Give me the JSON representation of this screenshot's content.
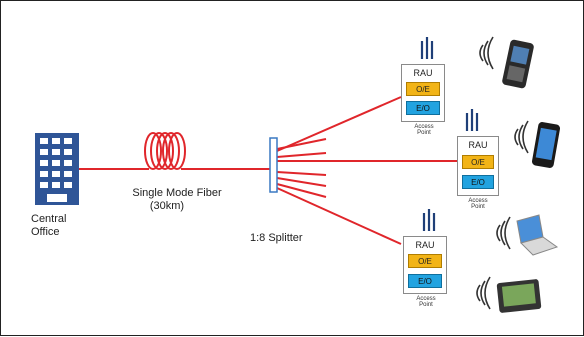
{
  "central_office": {
    "label_line1": "Central",
    "label_line2": "Office"
  },
  "fiber": {
    "label_line1": "Single Mode Fiber",
    "label_line2": "(30km)"
  },
  "splitter": {
    "label": "1:8 Splitter"
  },
  "access_points": [
    {
      "rau": "RAU",
      "oe": "O/E",
      "eo": "E/O",
      "ap_line1": "Access",
      "ap_line2": "Point"
    },
    {
      "rau": "RAU",
      "oe": "O/E",
      "eo": "E/O",
      "ap_line1": "Access",
      "ap_line2": "Point"
    },
    {
      "rau": "RAU",
      "oe": "O/E",
      "eo": "E/O",
      "ap_line1": "Access",
      "ap_line2": "Point"
    }
  ],
  "colors": {
    "fiber": "#e0262b",
    "building": "#2f5597",
    "oe": "#f2b417",
    "eo": "#22a3e0",
    "splitter": "#3a78c2"
  },
  "icons": [
    "building-icon",
    "fiber-coil-icon",
    "splitter-icon",
    "antenna-icon",
    "wireless-signal-icon",
    "phone-icon",
    "laptop-icon",
    "tablet-icon"
  ]
}
